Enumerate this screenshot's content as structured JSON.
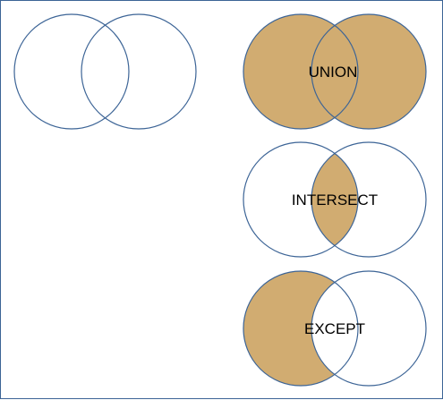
{
  "colors": {
    "outline": "#3c6496",
    "fill": "#d1ac71",
    "background": "#ffffff",
    "text": "#000000"
  },
  "diagrams": {
    "plain": {
      "label": ""
    },
    "union": {
      "label": "UNION"
    },
    "intersect": {
      "label": "INTERSECT"
    },
    "except": {
      "label": "EXCEPT"
    }
  }
}
